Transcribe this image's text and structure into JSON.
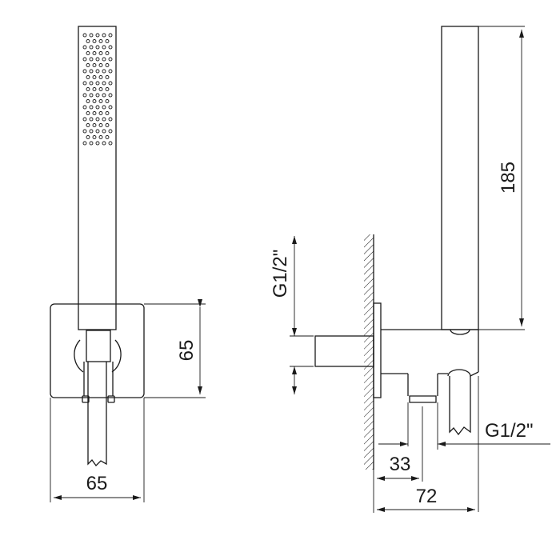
{
  "drawing": {
    "front_view": {
      "width_dim": "65",
      "height_dim": "65"
    },
    "side_view": {
      "handset_length_dim": "185",
      "inlet_thread": "G1/2\"",
      "outlet_thread": "G1/2\"",
      "outlet_offset_dim": "33",
      "depth_dim": "72"
    }
  }
}
